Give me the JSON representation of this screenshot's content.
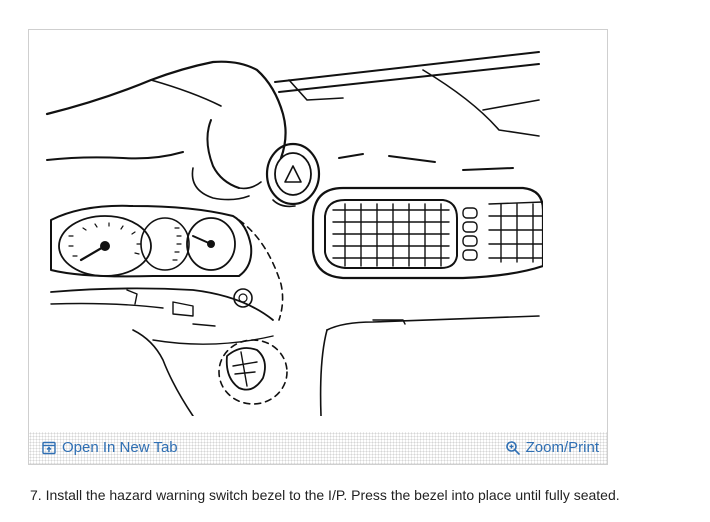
{
  "figure": {
    "open_in_new_tab_label": "Open In New Tab",
    "zoom_print_label": "Zoom/Print",
    "link_color": "#2f6fb3",
    "icons": [
      "open-new-tab-icon",
      "zoom-magnifier-icon"
    ]
  },
  "instruction": {
    "step_text": "7. Install the hazard warning switch bezel to the I/P. Press the bezel into place until fully seated."
  }
}
